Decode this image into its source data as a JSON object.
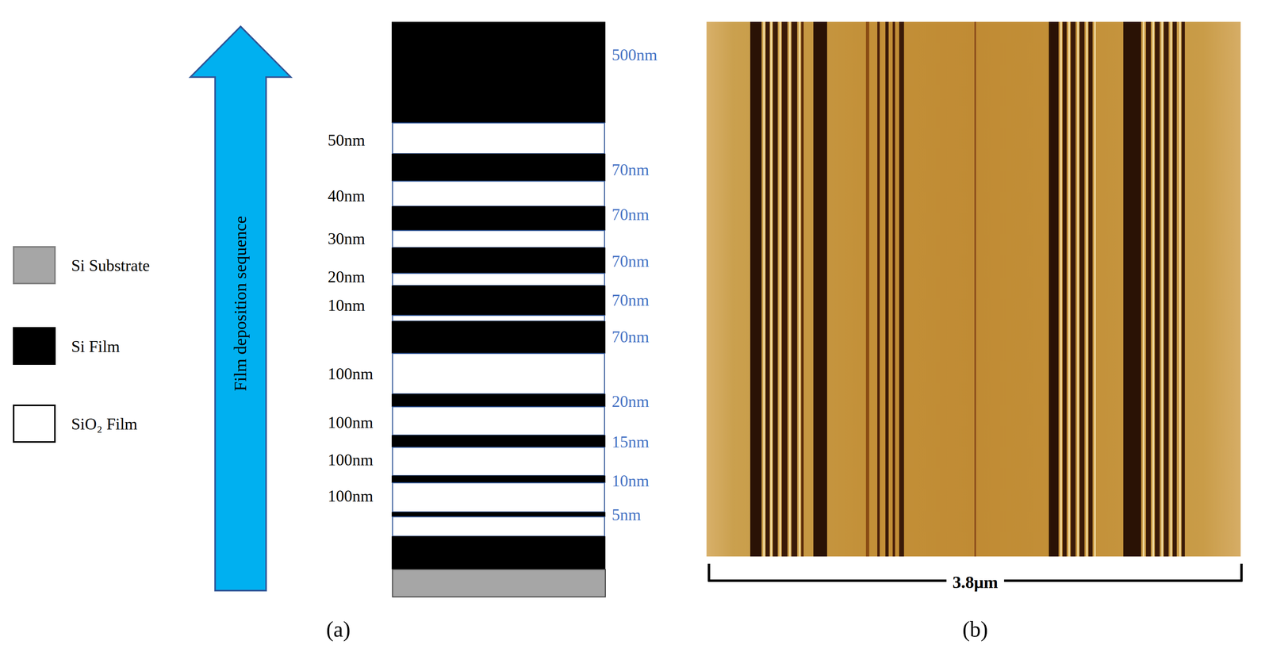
{
  "diagram": {
    "nodes": [
      {
        "text": [
          "Film deposition sequence"
        ]
      }
    ],
    "labels": [
      "500nm",
      "50nm",
      "70nm",
      "40nm",
      "70nm",
      "30nm",
      "70nm",
      "20nm",
      "70nm",
      "10nm",
      "70nm",
      "100nm",
      "20nm",
      "100nm",
      "15nm",
      "100nm",
      "10nm",
      "100nm",
      "5nm",
      "(a)",
      "(b)",
      "3.8μm"
    ],
    "legend": [
      {
        "text": "Si Substrate",
        "color": "#a6a6a6"
      },
      {
        "text": "Si Film",
        "color": "#000000"
      },
      {
        "text": "SiO₂ Film",
        "color": "#ffffff"
      }
    ]
  }
}
